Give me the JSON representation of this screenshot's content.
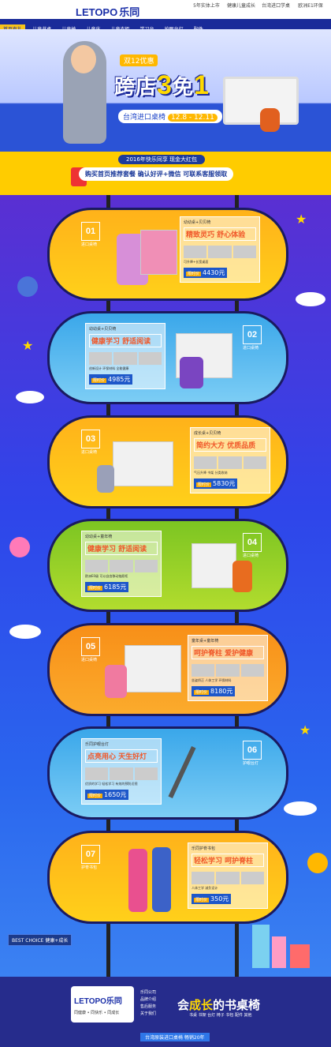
{
  "header": {
    "brand": "LETOPO",
    "brand_cn": "乐同",
    "tags": [
      "5年实体上市",
      "健康儿童成长",
      "台湾进口学桌",
      "欧洲E1环保"
    ]
  },
  "nav": {
    "items": [
      "首页有礼",
      "儿童书桌",
      "儿童椅",
      "儿童床",
      "儿童衣柜",
      "学习台",
      "护眼台灯",
      "配件"
    ]
  },
  "hero": {
    "promo": "双12优惠",
    "title_a": "跨店",
    "title_b": "3",
    "title_c": "免",
    "title_d": "1",
    "subtitle": "台湾进口桌椅",
    "date": "12.8 - 12.11"
  },
  "band": {
    "pill": "2016年快乐同享 现金大红包",
    "text": "购买首页推荐套餐 确认好评+微信 可联系客服领取"
  },
  "cards": [
    {
      "num": "01",
      "tag": "进口桌椅",
      "top": "幼幼桌+贝贝椅",
      "h": "精致灵巧 舒心体验",
      "cap": "可升降+长宽桌面",
      "price_tag": "限时价",
      "price": "4430元"
    },
    {
      "num": "02",
      "tag": "进口桌椅",
      "top": "幼幼桌+贝贝椅",
      "h": "健康学习 舒适阅读",
      "cap": "创新设计 环保材料 全能健康",
      "price_tag": "限时价",
      "price": "4985元"
    },
    {
      "num": "03",
      "tag": "进口桌椅",
      "top": "成长桌+贝贝椅",
      "h": "简约大方 优质品质",
      "cap": "气压升降 书架 分类收纳",
      "price_tag": "限时价",
      "price": "5830元"
    },
    {
      "num": "04",
      "tag": "进口桌椅",
      "top": "幼幼桌+童年椅",
      "h": "健康学习 舒适阅读",
      "cap": "欧洲E0级 可以自由移动抽屉柜",
      "price_tag": "限时价",
      "price": "6185元"
    },
    {
      "num": "05",
      "tag": "进口桌椅",
      "top": "童年桌+童年椅",
      "h": "呵护脊柱 爱护健康",
      "cap": "坐姿矫正 人体工学 环保材料",
      "price_tag": "限时价",
      "price": "8180元"
    },
    {
      "num": "06",
      "tag": "护眼台灯",
      "top": "乐同护眼台灯",
      "h": "点亮用心 天生好灯",
      "cap": "优质的学习 轻松学习 有效的预防近视",
      "price_tag": "限时价",
      "price": "1650元"
    },
    {
      "num": "07",
      "tag": "护脊书包",
      "top": "乐同护脊书包",
      "h": "轻松学习 呵护脊柱",
      "cap": "人体工学 减负设计",
      "price_tag": "限时价",
      "price": "350元"
    }
  ],
  "footer": {
    "brand": "LETOPO乐同",
    "brand_sub": "同健康 • 同快乐 • 同成长",
    "meta": [
      "乐同公司",
      "品牌介绍",
      "售后服务",
      "关于我们"
    ],
    "slogan_a": "会",
    "slogan_b": "成长",
    "slogan_c": "的书桌椅",
    "badge": "台湾原装进口桌椅 畅销20年",
    "icons": "书桌 书架 台灯 椅子 书包 配件 其他"
  },
  "best": {
    "label": "BEST CHOICE",
    "sub": "健康+成长"
  }
}
